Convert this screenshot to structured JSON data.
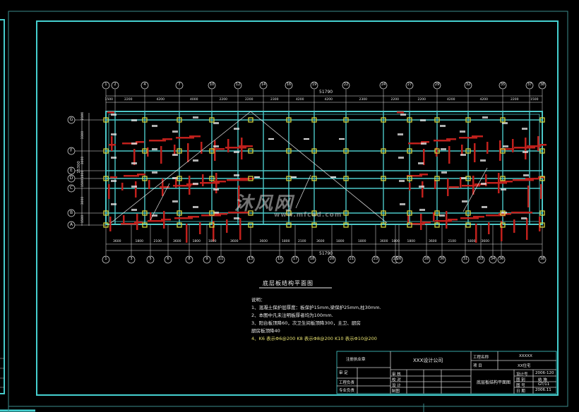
{
  "drawing": {
    "title": "底层板结构平面图",
    "overall_dimension_top": "51790",
    "overall_dimension_bottom": "51790",
    "colors": {
      "background": "#000000",
      "frame": "#3fd0d0",
      "beam": "#4cc8c8",
      "rebar": "#c0201c",
      "column": "#e0e040",
      "dimension": "#e8e8e8"
    }
  },
  "axes_top": [
    "1",
    "2",
    "4",
    "7",
    "10",
    "12",
    "14",
    "16",
    "19",
    "22",
    "24",
    "27",
    "29",
    "32",
    "35",
    "37",
    "38"
  ],
  "axes_bottom": [
    "1",
    "3",
    "5",
    "6",
    "8",
    "9",
    "11",
    "13",
    "15",
    "17",
    "18",
    "20",
    "21",
    "23",
    "25",
    "26",
    "28",
    "30",
    "31",
    "33",
    "34",
    "36",
    "38"
  ],
  "axes_left": [
    "G",
    "F",
    "E",
    "D",
    "C",
    "B",
    "A"
  ],
  "dims_top": [
    "1500",
    "2200",
    "4200",
    "4000",
    "2200",
    "2200",
    "2300",
    "4200",
    "4200",
    "2300",
    "2200",
    "2200",
    "4200",
    "4200",
    "2200",
    "1500"
  ],
  "dims_bottom": [
    "3600",
    "1800",
    "2100",
    "3600",
    "1800",
    "1800",
    "3600",
    "3600",
    "1800",
    "2100",
    "3600",
    "1800",
    "1800",
    "3600",
    "1800",
    "1800",
    "3600",
    "2100",
    "1800",
    "3600"
  ],
  "dims_left": [
    "2100",
    "3300",
    "3000",
    "1800",
    "1500",
    "3000",
    "1500"
  ],
  "dims_left_total": "15300",
  "notes": {
    "heading": "说明：",
    "items": [
      "1、混凝土保护层厚度：板保护15mm,梁保护25mm,柱30mm.",
      "2、本图中凡未注明板厚者均为100mm.",
      "3、阳台板顶降60，次卫生间板顶降300，主卫、厨房",
      "   厨房板顶降40"
    ],
    "rebar_note": "4、K6 表示Φ6@200   K8 表示Φ8@200   K10 表示Φ10@200"
  },
  "title_block": {
    "registered_label": "注册执业章",
    "company": "XXX设计公司",
    "project_label": "工程名称",
    "project_value": "XXXXX",
    "item_label": "项   目",
    "item_value": "XX住宅",
    "sheet_title": "底层板结构平面图",
    "rows_left": [
      "审   定",
      "工程负责",
      "专业负责"
    ],
    "rows_mid": [
      "审   核",
      "校   对",
      "设   计",
      "制图"
    ],
    "rows_right_labels": [
      "设计号",
      "图   别",
      "图   号",
      "日   期"
    ],
    "rows_right_values": [
      "2006-120",
      "结 施",
      "GT/11",
      "2006.11"
    ]
  },
  "watermark": {
    "text": "沐风网",
    "url": "www.mfcad.com"
  }
}
